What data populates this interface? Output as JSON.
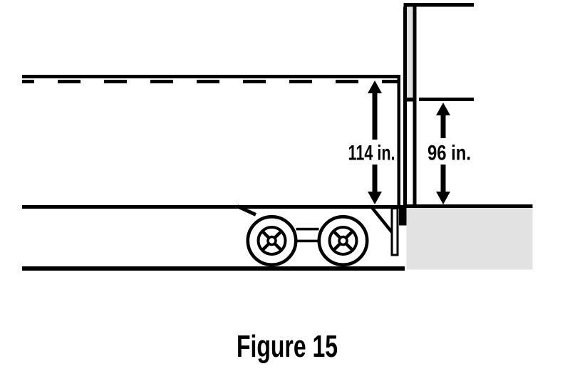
{
  "colors": {
    "ink": "#000000",
    "panel_gray": "#e2e2e2",
    "background": "#ffffff"
  },
  "labels": {
    "trailer_interior_height": "114 in.",
    "door_opening_height": "96 in."
  },
  "caption": "Figure 15"
}
